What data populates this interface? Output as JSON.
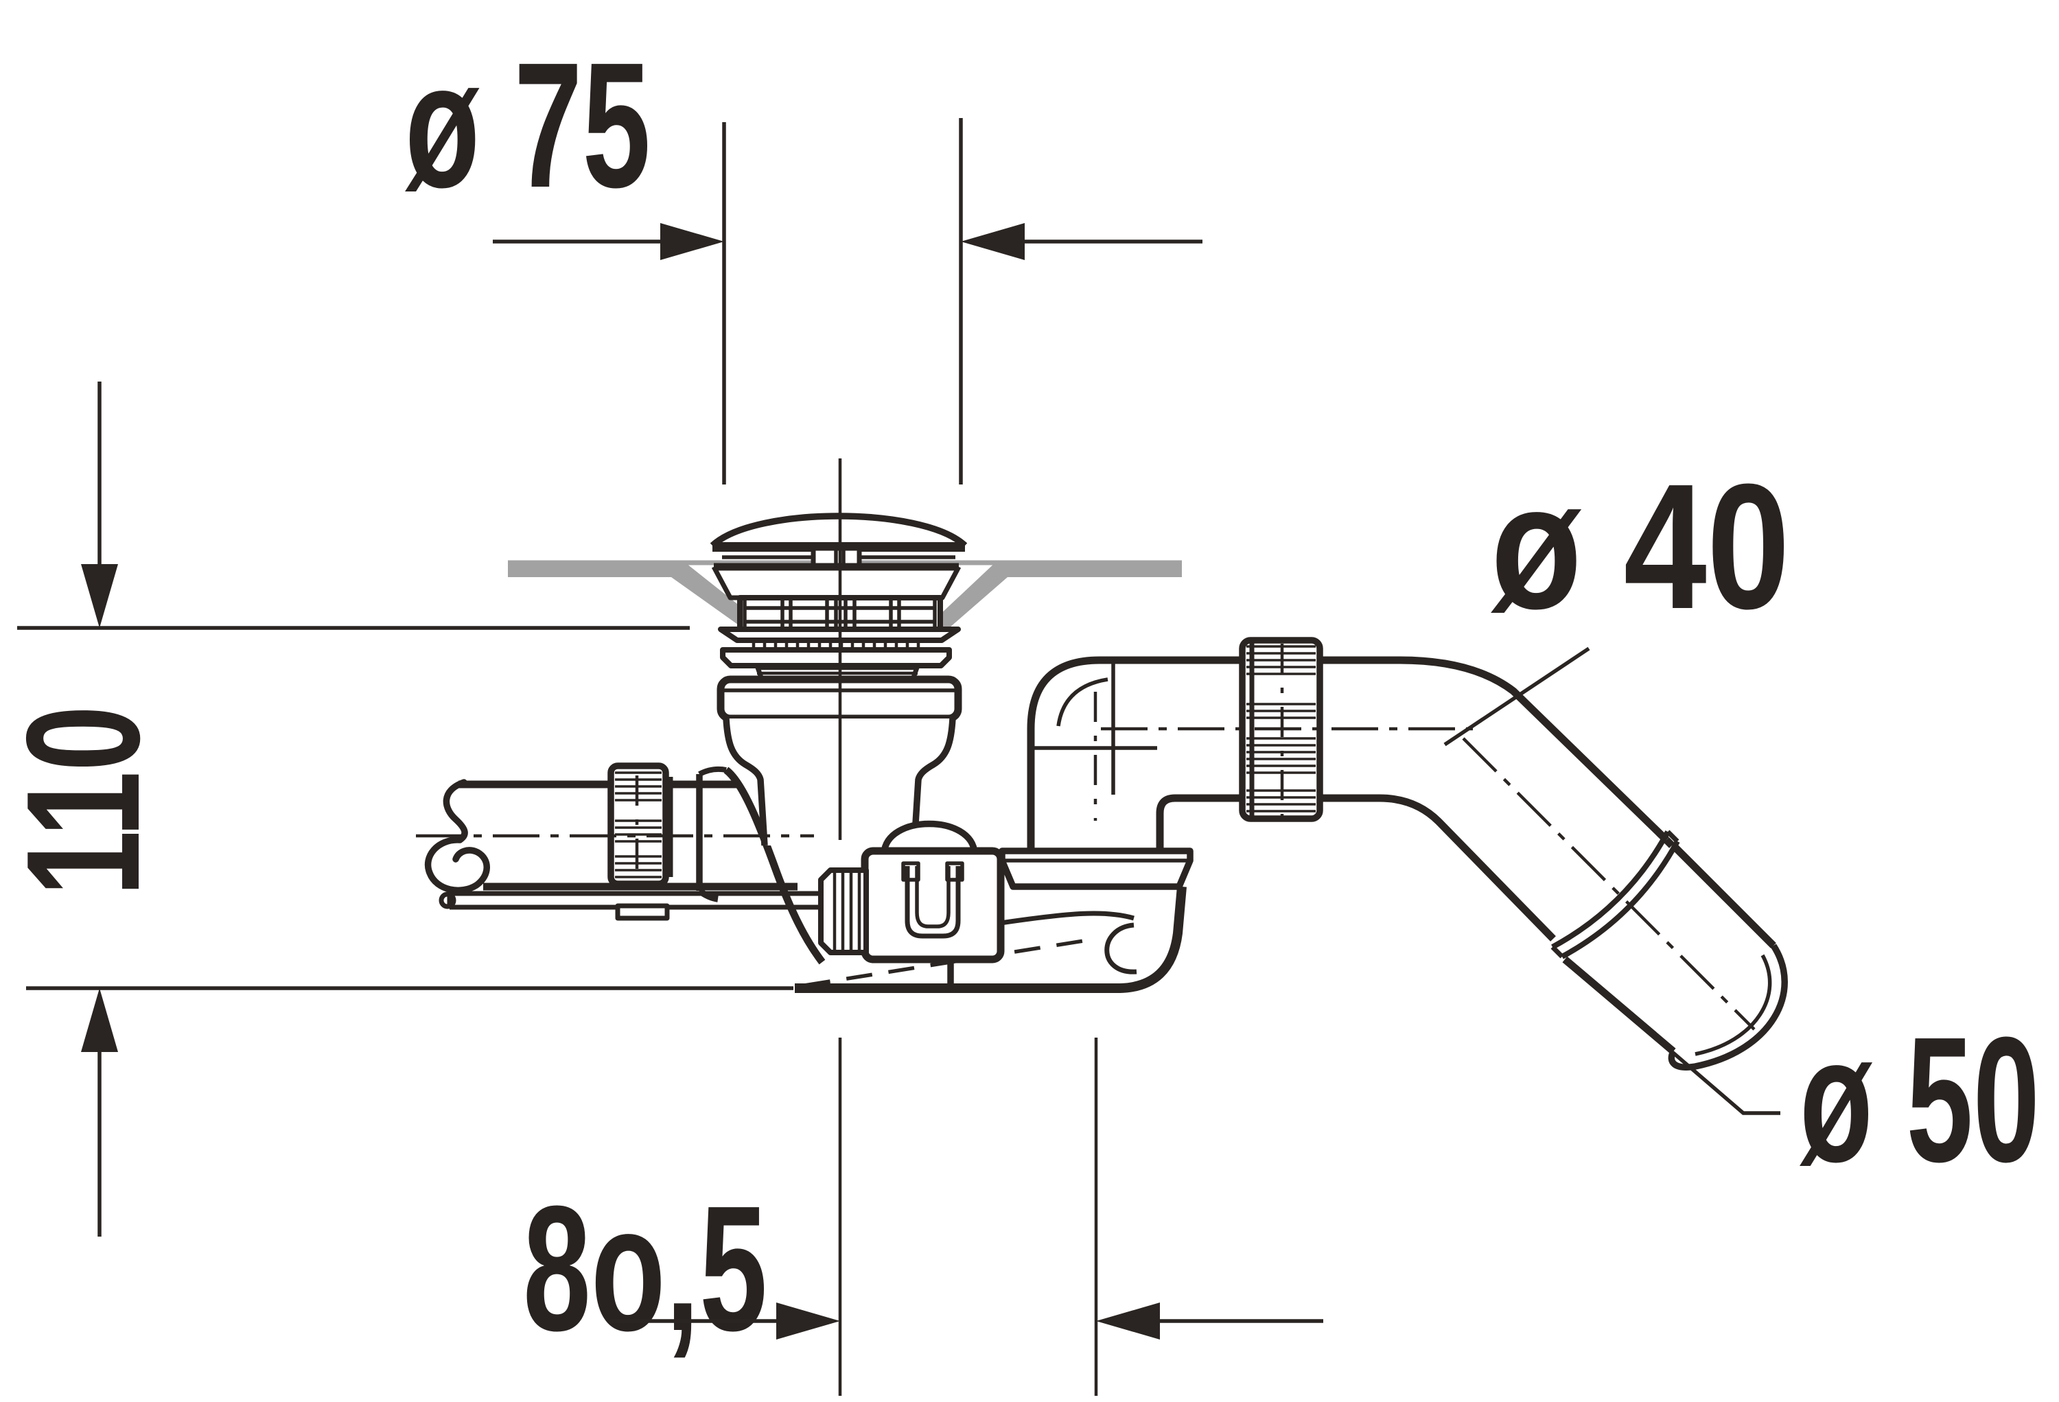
{
  "drawing": {
    "type": "technical dimension drawing",
    "subject": "bathtub waste-and-overflow trap, side view",
    "labels": {
      "cap_diameter": "ø 75",
      "installation_height": "110",
      "drain_center_offset": "8o,5",
      "outlet_pipe_diameter": "ø 40",
      "outlet_connection_diameter": "ø 50"
    },
    "colors": {
      "line": "#2a2522",
      "text": "#282321",
      "tub_floor": "#a3a2a2",
      "background": "#ffffff"
    }
  }
}
